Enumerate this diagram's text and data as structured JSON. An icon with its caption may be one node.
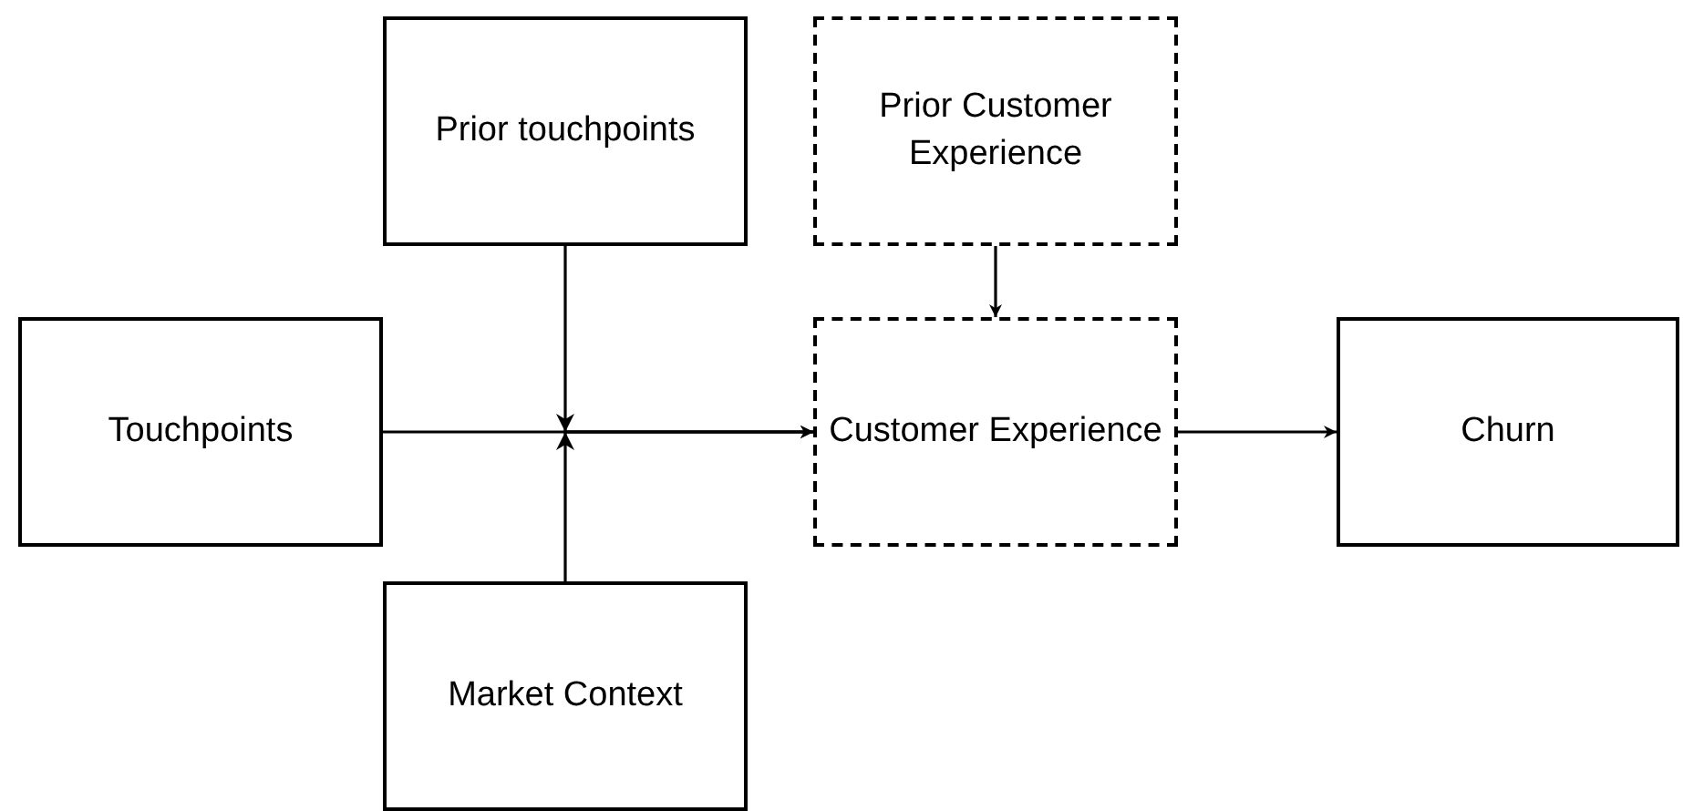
{
  "diagram": {
    "nodes": [
      {
        "text": [
          "Prior touchpoints"
        ]
      },
      {
        "text": [
          "Prior Customer Experience"
        ]
      },
      {
        "text": [
          "Touchpoints"
        ]
      },
      {
        "text": [
          "Customer Experience"
        ]
      },
      {
        "text": [
          "Churn"
        ]
      },
      {
        "text": [
          "Market Context"
        ]
      }
    ],
    "edges": [
      {
        "from": 2,
        "to": 3,
        "arrow": "to"
      },
      {
        "from": 0,
        "to": 3,
        "arrow": "to"
      },
      {
        "from": 5,
        "to": 3,
        "arrow": "to"
      },
      {
        "from": 1,
        "to": 3,
        "arrow": "to"
      },
      {
        "from": 3,
        "to": 4,
        "arrow": "to"
      }
    ]
  }
}
